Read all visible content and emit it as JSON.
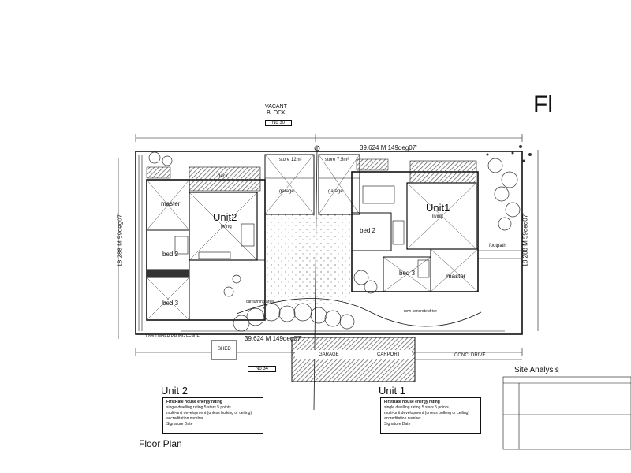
{
  "header": {
    "corner_letters": "Fl",
    "vacant_block": "VACANT\nBLOCK",
    "vacant_lot_no": "No 30",
    "south_lot_no": "No 34"
  },
  "boundaries": {
    "north": "39.624 M 149deg07'",
    "south": "39.624 M 149deg07'",
    "west": "18.288 M 59deg07'",
    "east": "18.288 M 59deg07'"
  },
  "unit2": {
    "name": "Unit2",
    "living": "living",
    "rooms": [
      "master",
      "bed 2",
      "bed 3"
    ],
    "garage": "garage",
    "store": "store 12m²",
    "deck": "deck"
  },
  "unit1": {
    "name": "Unit1",
    "living": "living",
    "rooms": [
      "bed 2",
      "bed 3",
      "master"
    ],
    "garage": "garage",
    "store": "store 7.5m²",
    "footpath": "footpath"
  },
  "site_labels": {
    "fence": "1.8m TIMBER PALING FENCE",
    "shed": "SHED",
    "garage": "GARAGE",
    "carport": "CARPORT",
    "conc_drive": "CONC. DRIVE",
    "new_drive": "new concrete drive",
    "car_turning": "car turning area"
  },
  "captions": {
    "unit2_heading": "Unit 2",
    "unit1_heading": "Unit 1",
    "floor_plan": "Floor Plan",
    "site_analysis": "Site Analysis"
  },
  "energy_rating": {
    "title": "FirstRate   house energy rating",
    "line1": "single dwelling rating  5  stars  5  points",
    "line2": "multi-unit development (unless bulking or ceiling)",
    "line3": "accreditation number",
    "line4": "Signature                      Date"
  },
  "colors": {
    "line": "#111111",
    "hatch": "#555555",
    "garden": "#333333"
  }
}
